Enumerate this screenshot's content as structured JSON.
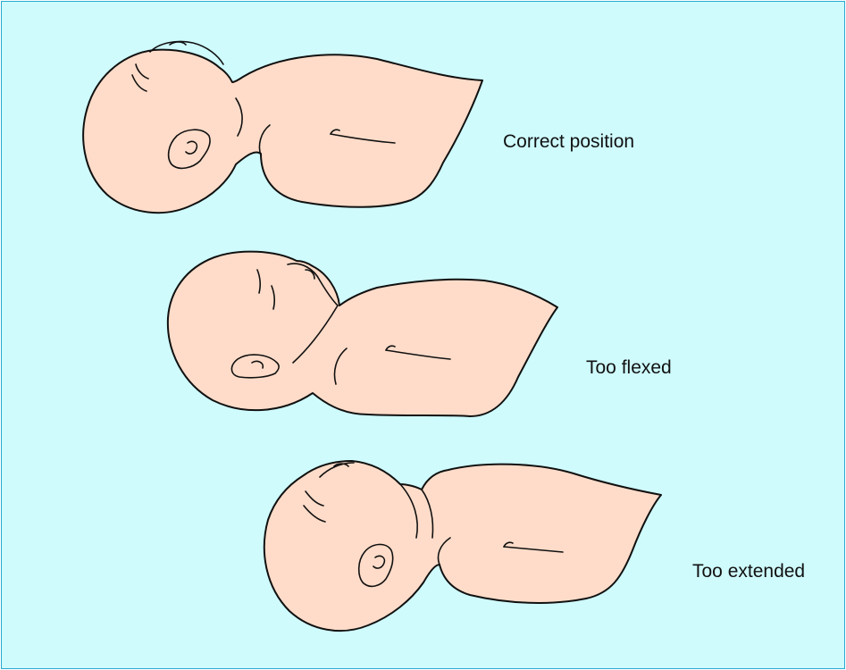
{
  "labels": {
    "correct": "Correct position",
    "flexed": "Too flexed",
    "extended": "Too extended"
  },
  "colors": {
    "background": "#cffbfd",
    "border": "#2aa9d1",
    "skin": "#ffdcc9",
    "outline": "#111111"
  }
}
